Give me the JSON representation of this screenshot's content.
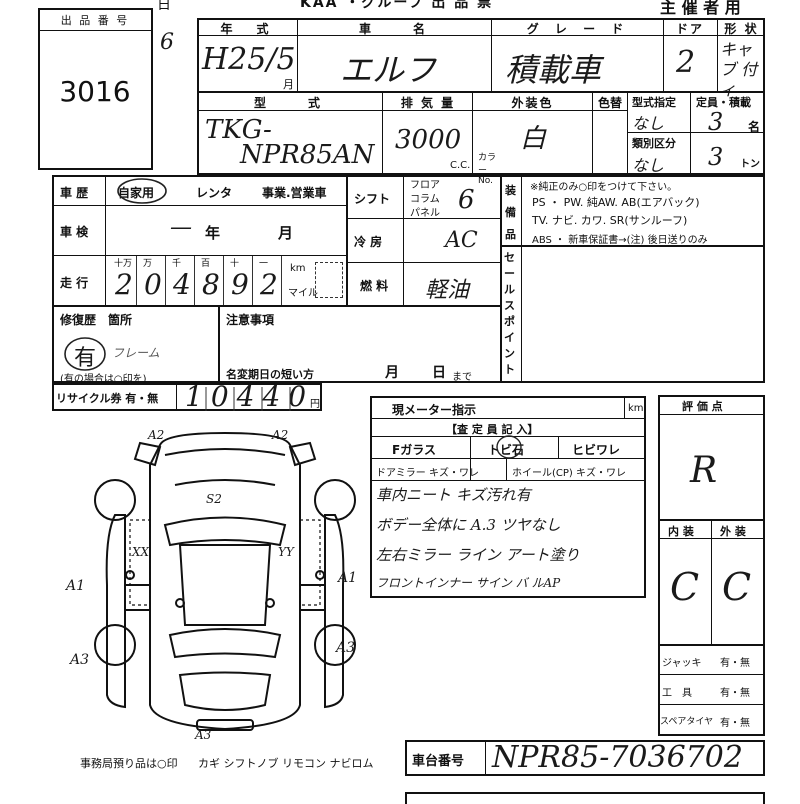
{
  "header": {
    "top_left_fragment": "日",
    "auction_title": "KAA  ・グループ 出 品 票",
    "organizer_copy": "主 催 者 用"
  },
  "lot": {
    "label": "出 品 番 号",
    "number": "3016"
  },
  "margin_marks": {
    "top": "6",
    "left": "・"
  },
  "row1": {
    "year_label": "年　式",
    "year_value": "H25/5",
    "month_unit": "月",
    "car_name_label": "車　　名",
    "car_name_value": "エルフ",
    "grade_label": "グ レ ー ド",
    "grade_value": "積載車",
    "doors_label": "ドア",
    "doors_value": "2",
    "body_label": "形 状",
    "body_value": "キャブ 付ィ"
  },
  "row2": {
    "model_label": "型　　式",
    "model_value_line1": "TKG-",
    "model_value_line2": "NPR85AN",
    "displacement_label": "排 気 量",
    "displacement_value": "3000",
    "cc_unit": "C.C.",
    "exterior_color_label": "外装色",
    "exterior_color_value": "白",
    "color_no_label": "色替",
    "color_no_caption": "カラー No.",
    "designation_label": "型式指定",
    "designation_value": "なし",
    "category_label": "類別区分",
    "category_value": "なし",
    "capacity_label": "定員・積載",
    "capacity_persons": "3",
    "persons_unit": "名",
    "capacity_tons": "3",
    "tons_unit": "トン"
  },
  "usage": {
    "label": "車 歴",
    "options": [
      "自家用",
      "レンタ",
      "事業.営業車"
    ]
  },
  "inspection": {
    "label": "車 検",
    "value": "—",
    "year_unit": "年",
    "month_unit": "月"
  },
  "mileage": {
    "label": "走 行",
    "places": [
      "十万",
      "万",
      "千",
      "百",
      "十",
      "一"
    ],
    "digits": [
      "2",
      "0",
      "4",
      "8",
      "9",
      "2"
    ],
    "km_unit": "km",
    "mile_unit": "マイル"
  },
  "shift": {
    "label": "シフト",
    "options": [
      "フロア",
      "コラム",
      "パネル"
    ],
    "value": "6"
  },
  "ac": {
    "label": "冷 房",
    "value": "AC"
  },
  "fuel": {
    "label": "燃 料",
    "value": "軽油"
  },
  "equipment": {
    "label": "装備品",
    "note": "※純正のみ○印をつけて下さい。",
    "line1": "PS ・ PW. 純AW. AB(エアバック)",
    "line2": "TV. ナビ. カワ. SR(サンルーフ)",
    "line3": "ABS ・ 新車保証書→(注) 後日送りのみ"
  },
  "sales_point": {
    "label": "セールスポイント"
  },
  "repair": {
    "label": "修復歴　箇所",
    "value": "有",
    "detail": "フレーム",
    "hint": "(有の場合は○印を)"
  },
  "notes": {
    "label": "注意事項",
    "next_deadline": "名変期日の短い方",
    "month_unit": "月",
    "day_unit": "日",
    "until": "まで"
  },
  "recycle": {
    "label": "リサイクル券 有・無",
    "amount": "10440",
    "unit": "円"
  },
  "inspector": {
    "meter_label": "現メーター指示",
    "km": "km",
    "entry_label": "【査 定 員 記 入】",
    "glass_label": "Fガラス",
    "tobi": "トビ石",
    "hibi": "ヒビワレ",
    "mirror_label": "ドアミラー キズ・ワレ",
    "wheel_label": "ホイール(CP) キズ・ワレ",
    "remarks": [
      "車内ニート キズ汚れ有",
      "ボデー全体に A.3 ツヤなし",
      "左右ミラー ライン アート塗り",
      "フロントインナー サイン バ ルAP"
    ]
  },
  "grades": {
    "overall_label": "評 価 点",
    "overall_value": "R",
    "interior_label": "内 装",
    "interior_value": "C",
    "exterior_label": "外 装",
    "exterior_value": "C"
  },
  "accessories": [
    {
      "label": "ジャッキ",
      "value": "有・無"
    },
    {
      "label": "工　具",
      "value": "有・無"
    },
    {
      "label": "スペアタイヤ",
      "value": "有・無"
    }
  ],
  "diagram_marks": {
    "a2_left": "A2",
    "a2_right": "A2",
    "s2": "S2",
    "xx": "XX",
    "yy": "YY",
    "a1_left": "A1",
    "a1_right": "A1",
    "a3_left": "A3",
    "a3_right": "A3",
    "a3_bottom": "A3"
  },
  "office_keys": {
    "label": "事務局預り品は○印",
    "items": "カギ  シフトノブ  リモコン  ナビロム"
  },
  "chassis": {
    "label": "車台番号",
    "value": "NPR85-7036702"
  }
}
